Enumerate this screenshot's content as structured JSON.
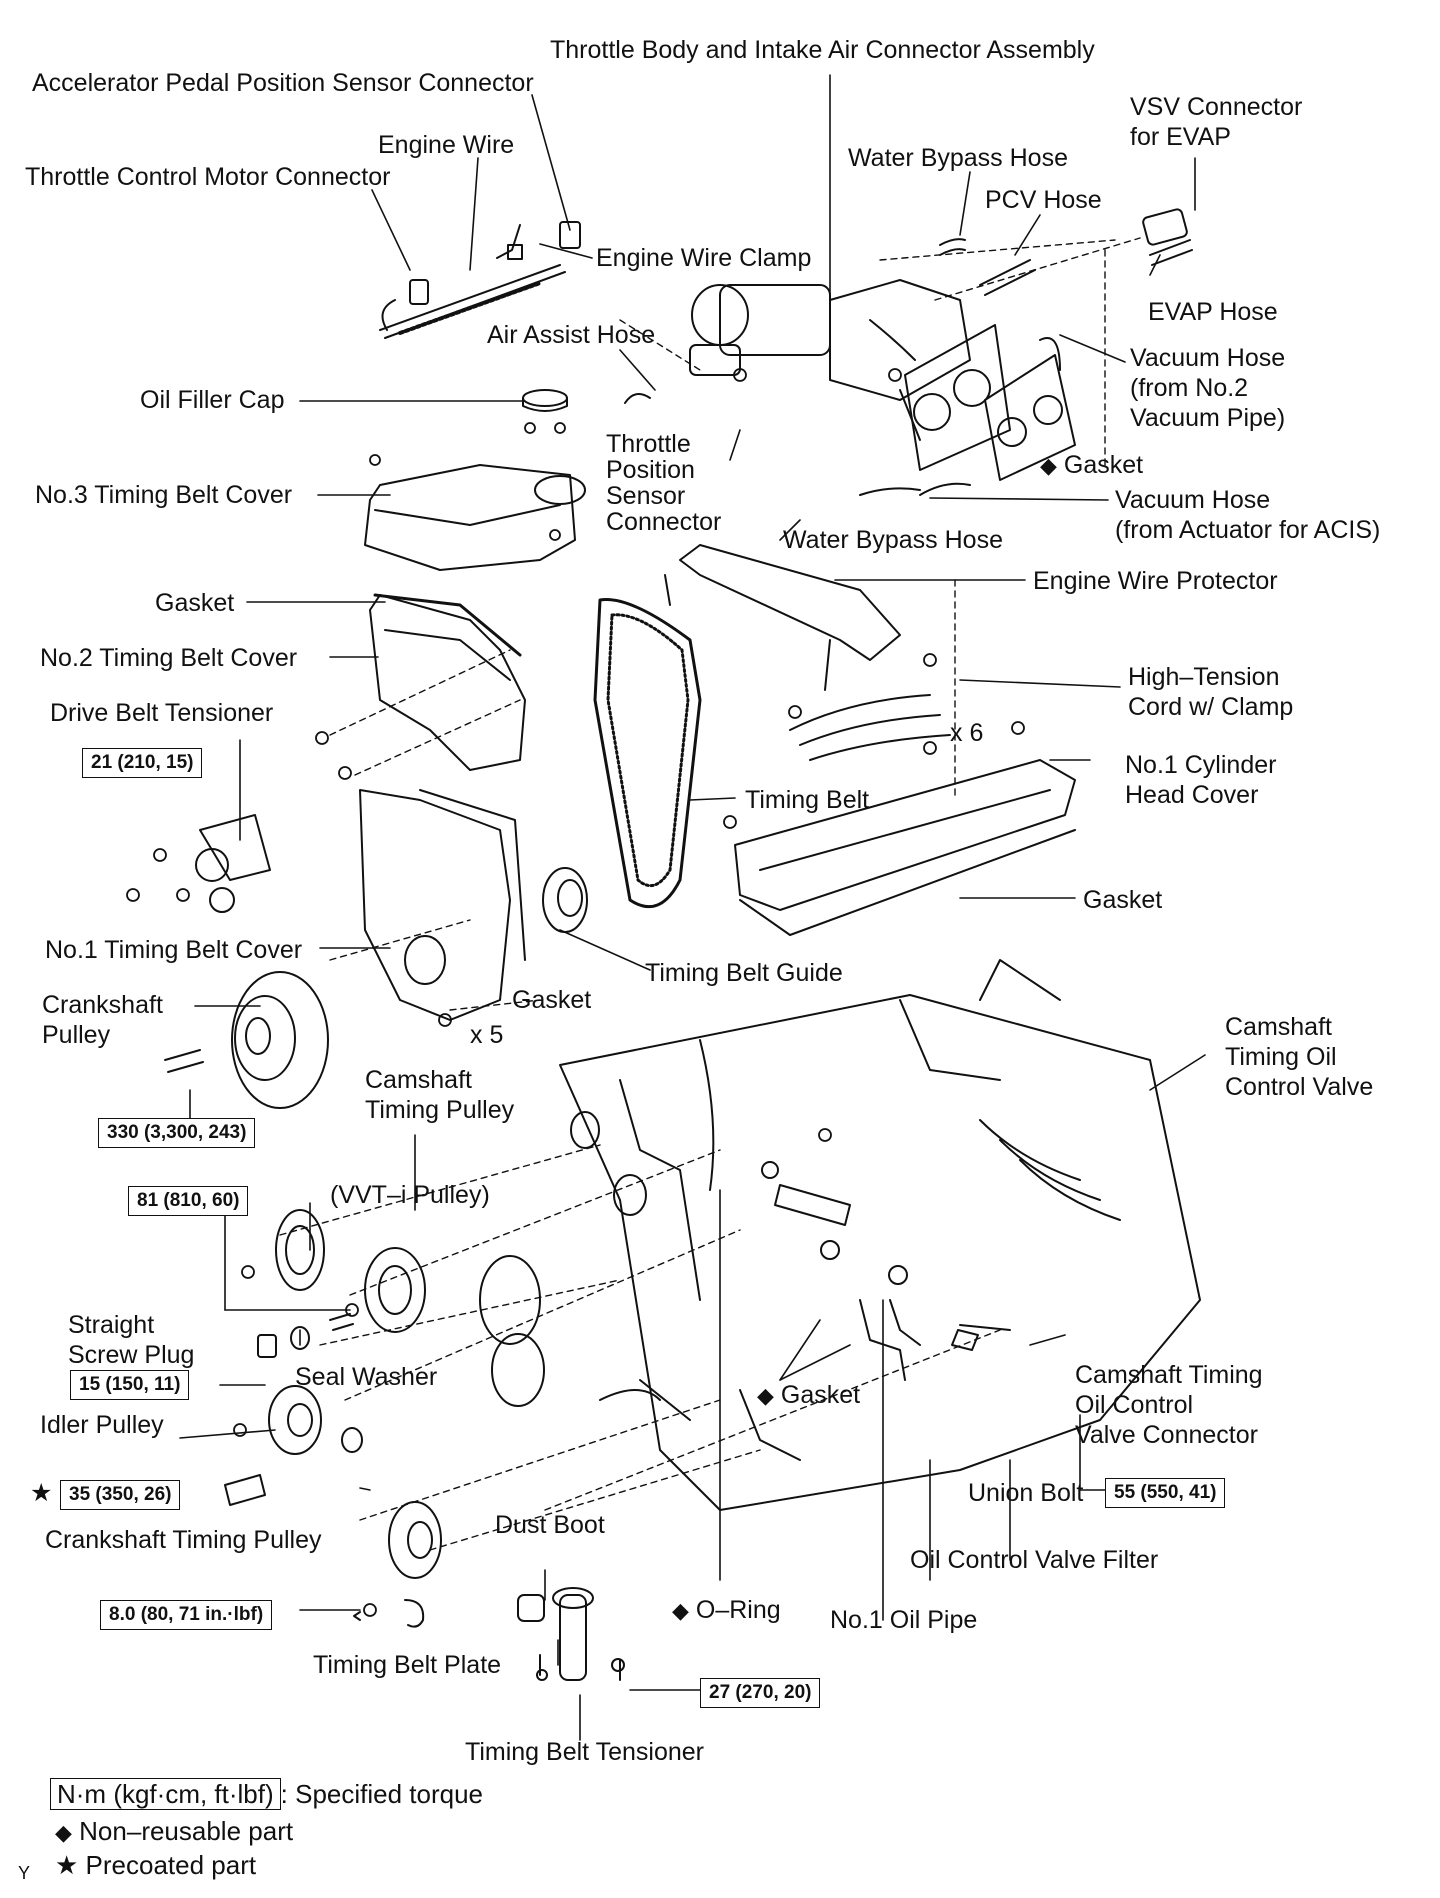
{
  "labels": {
    "throttle_body": "Throttle Body and Intake Air Connector Assembly",
    "accel_sensor": "Accelerator Pedal Position Sensor Connector",
    "engine_wire": "Engine Wire",
    "throttle_motor": "Throttle Control Motor Connector",
    "vsv_connector": "VSV Connector\nfor EVAP",
    "water_bypass_hose_top": "Water Bypass Hose",
    "pcv_hose": "PCV Hose",
    "engine_wire_clamp": "Engine Wire Clamp",
    "evap_hose": "EVAP Hose",
    "air_assist_hose": "Air Assist Hose",
    "vacuum_hose_no2": "Vacuum Hose\n(from No.2\nVacuum Pipe)",
    "oil_filler_cap": "Oil Filler Cap",
    "throttle_position_sensor": "Throttle\nPosition\nSensor\nConnector",
    "gasket_intake": "Gasket",
    "no3_timing_belt_cover": "No.3 Timing Belt Cover",
    "vacuum_hose_acis": "Vacuum Hose\n(from Actuator for ACIS)",
    "water_bypass_hose_mid": "Water Bypass Hose",
    "gasket_no2": "Gasket",
    "engine_wire_protector": "Engine Wire Protector",
    "no2_timing_belt_cover": "No.2 Timing Belt Cover",
    "high_tension_cord": "High–Tension\nCord w/ Clamp",
    "drive_belt_tensioner": "Drive Belt Tensioner",
    "x6": "x 6",
    "no1_cylinder_head_cover": "No.1 Cylinder\nHead Cover",
    "timing_belt": "Timing Belt",
    "gasket_head": "Gasket",
    "no1_timing_belt_cover": "No.1 Timing Belt Cover",
    "timing_belt_guide": "Timing Belt Guide",
    "crankshaft_pulley": "Crankshaft\nPulley",
    "gasket_no1": "Gasket",
    "x5": "x 5",
    "camshaft_ocv": "Camshaft\nTiming Oil\nControl Valve",
    "camshaft_timing_pulley": "Camshaft\nTiming Pulley",
    "vvti_pulley": "(VVT–i Pulley)",
    "straight_screw_plug": "Straight\nScrew Plug",
    "seal_washer": "Seal Washer",
    "gasket_oil": "Gasket",
    "camshaft_ocv_connector": "Camshaft Timing\nOil Control\nValve Connector",
    "idler_pulley": "Idler Pulley",
    "union_bolt": "Union Bolt",
    "crankshaft_timing_pulley": "Crankshaft Timing Pulley",
    "dust_boot": "Dust Boot",
    "oil_control_valve_filter": "Oil Control Valve Filter",
    "o_ring": "O–Ring",
    "no1_oil_pipe": "No.1 Oil Pipe",
    "timing_belt_plate": "Timing Belt Plate",
    "timing_belt_tensioner": "Timing Belt Tensioner"
  },
  "torques": {
    "drive_belt": "21 (210, 15)",
    "crank_pulley": "330 (3,300, 243)",
    "cam_pulley": "81 (810, 60)",
    "screw_plug": "15 (150, 11)",
    "idler": "35 (350, 26)",
    "union_bolt": "55 (550, 41)",
    "timing_plate": "8.0 (80, 71 in.·lbf)",
    "tensioner": "27 (270, 20)"
  },
  "symbols": {
    "non_reusable": "◆",
    "precoated": "★"
  },
  "legend": {
    "torque_box": "N·m (kgf·cm, ft·lbf)",
    "torque_text": ": Specified torque",
    "non_reusable": "Non–reusable part",
    "precoated": "Precoated part"
  },
  "corner_mark": "Y"
}
